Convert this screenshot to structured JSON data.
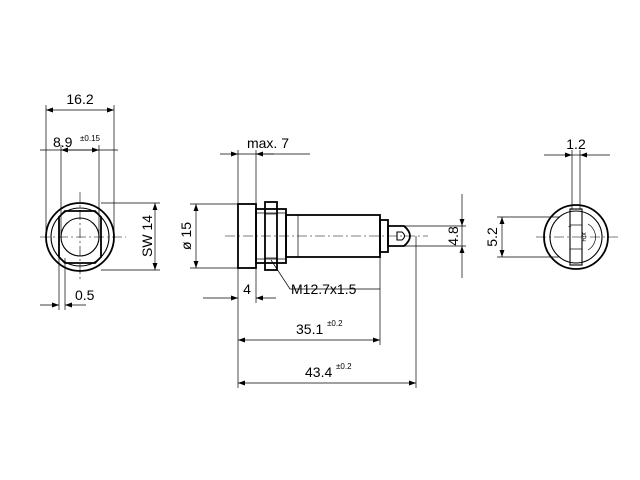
{
  "dims": {
    "width_16_2": "16.2",
    "width_8_9": "8.9",
    "tol_8_9": "±0.15",
    "sw_14": "SW 14",
    "offset_0_5": "0.5",
    "max_7": "max. 7",
    "dia_15": "ø 15",
    "len_4": "4",
    "thread": "M12.7x1.5",
    "len_35_1": "35.1",
    "tol_35_1": "±0.2",
    "len_43_4": "43.4",
    "tol_43_4": "±0.2",
    "h_4_8": "4.8",
    "h_5_2": "5.2",
    "w_1_2": "1.2"
  },
  "marks": {
    "plus": "+",
    "rot": "Rot"
  }
}
